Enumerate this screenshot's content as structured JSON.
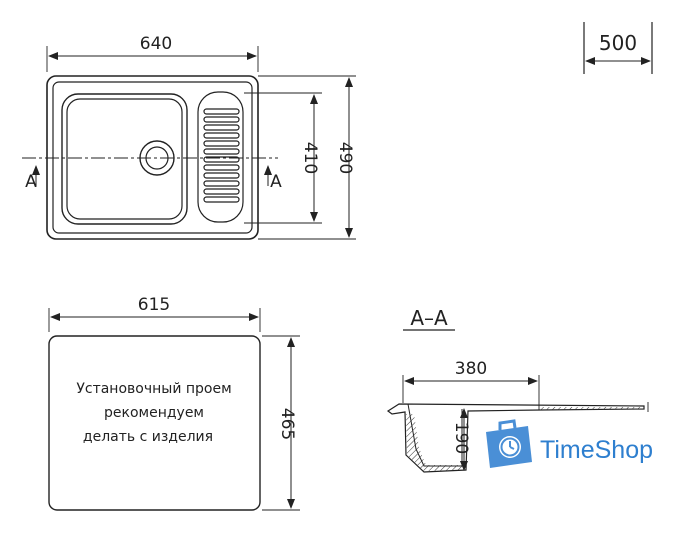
{
  "dimensions": {
    "overall_width": "640",
    "overall_depth": "490",
    "bowl_depth": "410",
    "cabinet_min": "500",
    "cutout_width": "615",
    "cutout_depth": "465",
    "bowl_width": "380",
    "bowl_height": "190"
  },
  "section": {
    "label": "А–А",
    "marker_left": "А",
    "marker_right": "А"
  },
  "cutout_note": {
    "lines": [
      "Установочный проем",
      "рекомендуем",
      "делать с изделия"
    ]
  },
  "logo": {
    "text": "TimeShop",
    "icon": "suitcase-clock-icon",
    "color": "#2e7fcf"
  }
}
